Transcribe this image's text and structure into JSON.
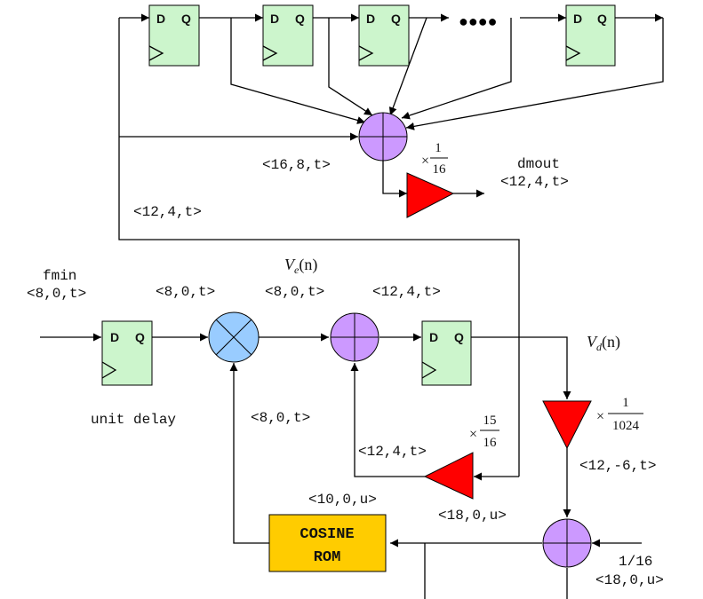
{
  "flipflop": {
    "d": "D",
    "q": "Q"
  },
  "ellipsis": "●●●●",
  "labels": {
    "sum_top_format": "<16,8,t>",
    "feedback_format": "<12,4,t>",
    "dmout_name": "dmout",
    "dmout_format": "<12,4,t>",
    "fmin_name": "fmin",
    "fmin_format": "<8,0,t>",
    "mult_out_format": "<8,0,t>",
    "ve_format": "<8,0,t>",
    "acc_out_format": "<12,4,t>",
    "unit_delay": "unit delay",
    "cos_in_format": "<8,0,t>",
    "fb_back_format": "<12,4,t>",
    "rom_in_format": "<10,0,u>",
    "gain15_in_format": "<18,0,u>",
    "att_format": "<12,-6,t>",
    "phase_inc_value": "1/16",
    "phase_inc_format": "<18,0,u>"
  },
  "math": {
    "ve": {
      "main": "V",
      "sub": "e",
      "arg": "(n)"
    },
    "vd": {
      "main": "V",
      "sub": "d",
      "arg": "(n)"
    }
  },
  "gains": {
    "top": {
      "times": "×",
      "num": "1",
      "den": "16"
    },
    "right": {
      "times": "×",
      "num": "1",
      "den": "1024"
    },
    "bottom": {
      "times": "×",
      "num": "15",
      "den": "16"
    }
  },
  "rom": {
    "line1": "COSINE",
    "line2": "ROM"
  },
  "colors": {
    "flipflop_fill": "#ccf5cc",
    "adder_fill": "#cc99ff",
    "multiplier_fill": "#99ccff",
    "gain_fill": "#ff0000",
    "rom_fill": "#ffcc00"
  }
}
